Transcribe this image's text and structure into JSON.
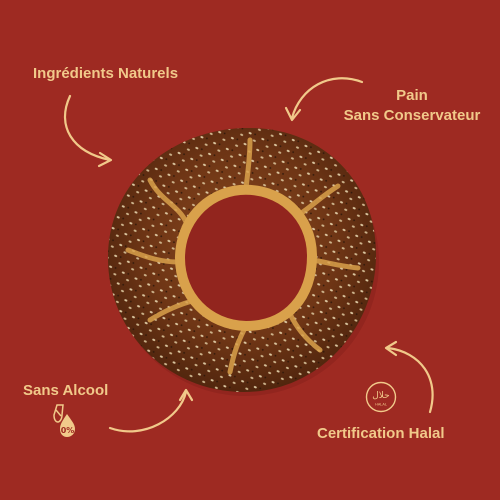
{
  "features": {
    "natural": "Ingrédients Naturels",
    "preservative_line1": "Pain",
    "preservative_line2": "Sans Conservateur",
    "alcohol": "Sans Alcool",
    "halal": "Certification Halal"
  },
  "badges": {
    "halal_arabic": "حلال",
    "halal_latin": "HALAL",
    "alcohol_percent": "0%"
  },
  "colors": {
    "background": "#9e2a22",
    "accent": "#f1c98a"
  }
}
